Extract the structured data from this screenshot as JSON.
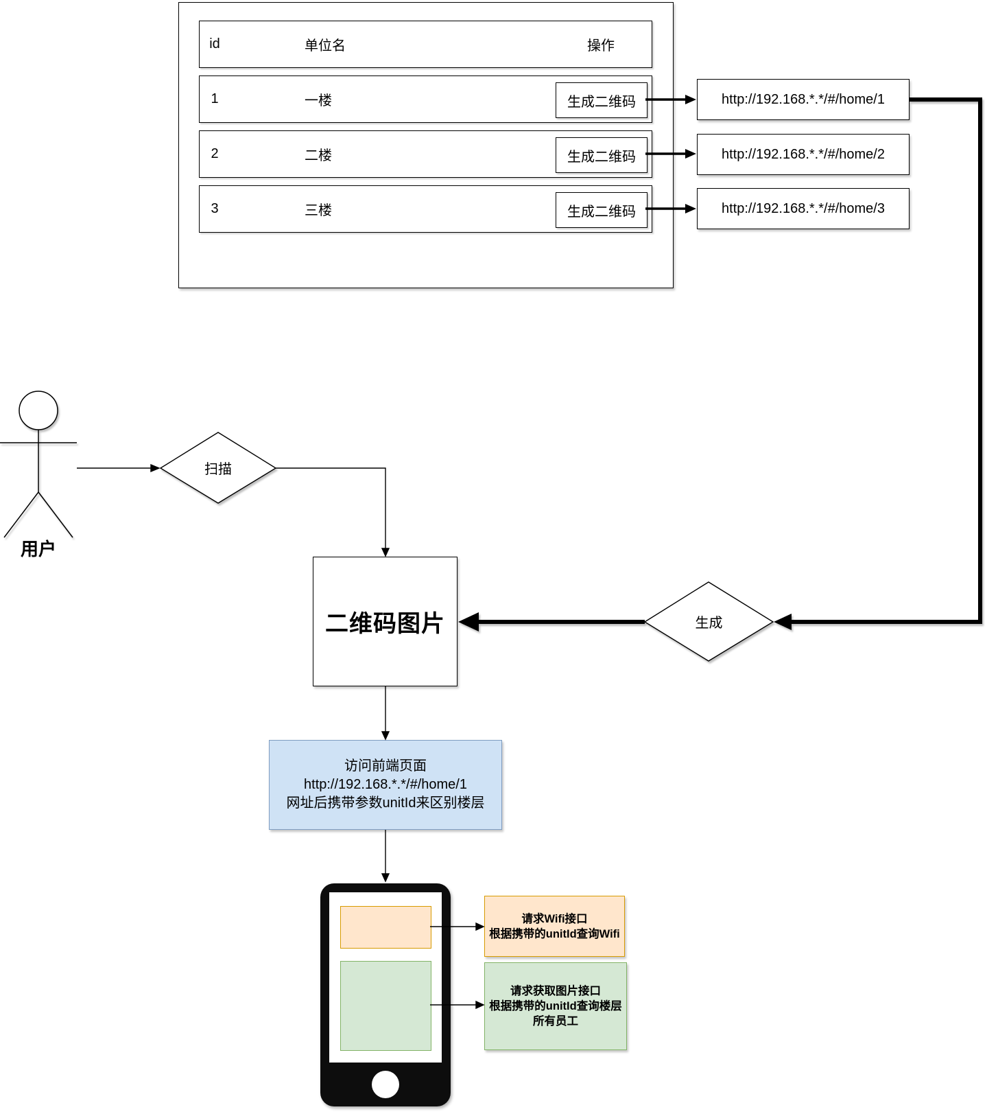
{
  "table": {
    "headers": {
      "id": "id",
      "name": "单位名",
      "action": "操作"
    },
    "rows": [
      {
        "id": "1",
        "name": "一楼",
        "action": "生成二维码"
      },
      {
        "id": "2",
        "name": "二楼",
        "action": "生成二维码"
      },
      {
        "id": "3",
        "name": "三楼",
        "action": "生成二维码"
      }
    ]
  },
  "urls": [
    "http://192.168.*.*/#/home/1",
    "http://192.168.*.*/#/home/2",
    "http://192.168.*.*/#/home/3"
  ],
  "actor": {
    "label": "用户"
  },
  "decisions": {
    "scan": "扫描",
    "generate": "生成"
  },
  "qr_box": {
    "label": "二维码图片"
  },
  "frontend_box": {
    "line1": "访问前端页面",
    "line2": "http://192.168.*.*/#/home/1",
    "line3": "网址后携带参数unitId来区别楼层"
  },
  "wifi_box": {
    "line1": "请求Wifi接口",
    "line2": "根据携带的unitId查询Wifi"
  },
  "staff_box": {
    "line1": "请求获取图片接口",
    "line2": "根据携带的unitId查询楼层所有员工"
  },
  "colors": {
    "blue_fill": "#cfe2f5",
    "blue_stroke": "#7e9cc0",
    "orange_fill": "#ffe6cc",
    "orange_stroke": "#d79b00",
    "green_fill": "#d5e8d4",
    "green_stroke": "#82b366",
    "line": "#000000",
    "phone_body": "#0d0d0d"
  }
}
